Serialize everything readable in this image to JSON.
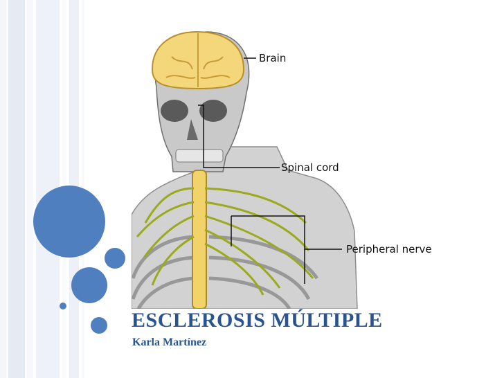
{
  "slide": {
    "title": "ESCLEROSIS MÚLTIPLE",
    "subtitle": "Karla Martínez"
  },
  "figure": {
    "labels": {
      "brain": "Brain",
      "spinal_cord": "Spinal cord",
      "peripheral_nerve": "Peripheral nerve"
    }
  },
  "theme": {
    "title_color": "#2a5490",
    "circle_color": "#4f7fbf",
    "stripe_color": "#e8edf6"
  }
}
